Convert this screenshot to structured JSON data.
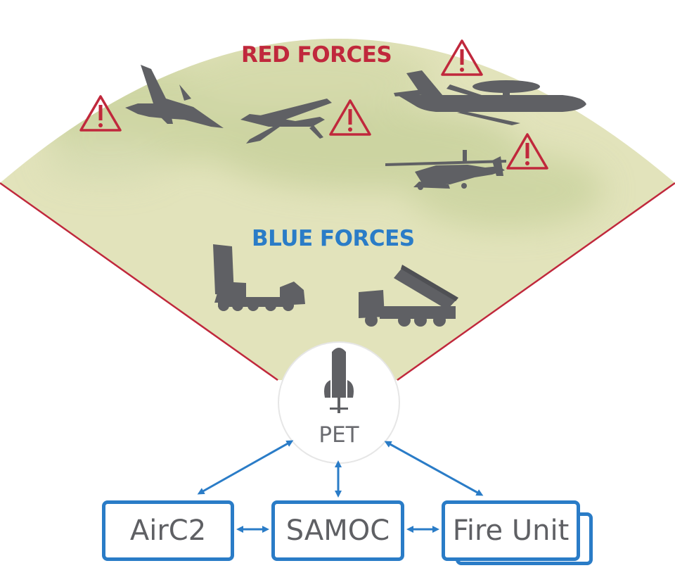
{
  "labels": {
    "red_forces": "RED FORCES",
    "blue_forces": "BLUE FORCES",
    "pet": "PET"
  },
  "nodes": {
    "airc2": "AirC2",
    "samoc": "SAMOC",
    "fire_unit": "Fire Unit"
  },
  "colors": {
    "red": "#c0283c",
    "blue": "#2a7cc7",
    "terrain": "#e2e3bb",
    "silhouette": "#5f6064",
    "node_text": "#5f6064"
  }
}
